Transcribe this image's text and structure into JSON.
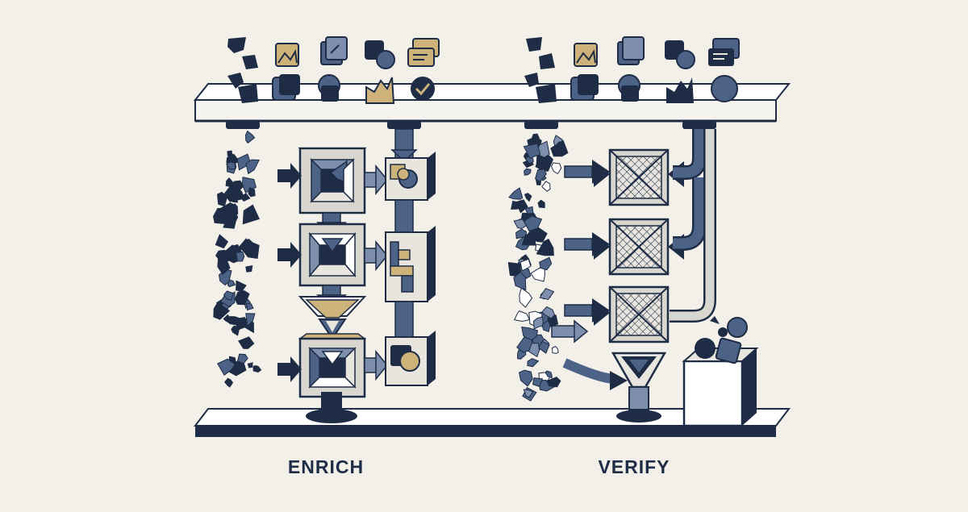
{
  "labels": {
    "enrich": "ENRICH",
    "verify": "VERIFY"
  },
  "colors": {
    "background": "#f3f0ea",
    "navy": "#1e2d45",
    "slate": "#4c6287",
    "slate_light": "#7d8fad",
    "tan": "#cdb27a",
    "box_face": "#d9d6cf",
    "box_light": "#e8e5de",
    "white": "#ffffff"
  },
  "icons": [
    "chat-bubble-icon",
    "image-icon",
    "document-icon",
    "shapes-icon",
    "chart-icon",
    "checkmark-icon",
    "funnel-icon",
    "mesh-filter-icon",
    "bin-icon",
    "fragment-icon"
  ],
  "stages": {
    "enrich": {
      "filter_stages": 3,
      "output_stages": 3
    },
    "verify": {
      "mesh_filters": 3,
      "funnel_outlets": 1
    }
  }
}
